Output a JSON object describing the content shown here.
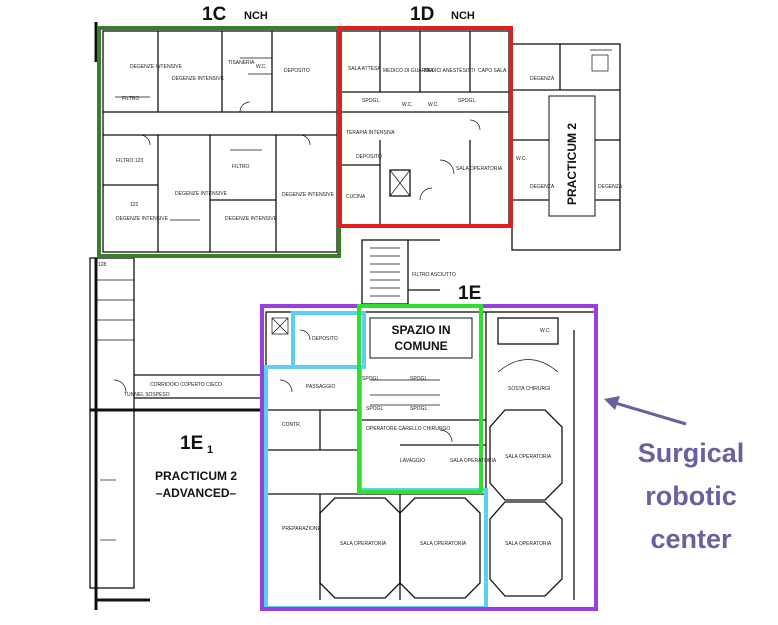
{
  "zones": {
    "z1c": {
      "code": "1C",
      "suffix": "NCH",
      "color": "#3a7d2a"
    },
    "z1d": {
      "code": "1D",
      "suffix": "NCH",
      "color": "#e02020"
    },
    "z1e": {
      "code": "1E",
      "color": "#2ee02e"
    },
    "z1e1": {
      "code": "1E",
      "sub": "1",
      "line1": "PRACTICUM 2",
      "line2": "–ADVANCED–"
    },
    "practicum": {
      "label": "PRACTICUM 2"
    },
    "common": {
      "line1": "SPAZIO IN",
      "line2": "COMUNE"
    },
    "purple": {
      "color": "#9a3ee0"
    },
    "cyan": {
      "color": "#5cd0f0"
    }
  },
  "callout": {
    "line1": "Surgical",
    "line2": "robotic",
    "line3": "center",
    "color": "#6b5fa0"
  },
  "rooms": {
    "r1": "DEGENZE INTENSIVE",
    "r2": "DEGENZE INTENSIVE",
    "r3": "TISANERIA",
    "r4": "W.C.",
    "r5": "DEPOSITO",
    "r6": "FILTRO",
    "r7": "FILTRO 123",
    "r8": "DEGENZE INTENSIVE",
    "r9": "FILTRO",
    "r10": "DEGENZE INTENSIVE",
    "r11": "122",
    "r12": "DEGENZE INTENSIVE",
    "r13": "DEGENZE INTENSIVE",
    "d1": "SALA ATTESA",
    "d2": "MEDICO DI GUARDIA",
    "d3": "MEDICI ANESTESISTI",
    "d4": "CAPO SALA",
    "d5": "SPOGL.",
    "d6": "W.C.",
    "d7": "W.C.",
    "d8": "SPOGL.",
    "d9": "TERAPIA INTENSIVA",
    "d10": "DEPOSITO",
    "d11": "CUCINA",
    "d12": "SALA OPERATORIA",
    "p1": "DEGENZA",
    "p2": "W.C.",
    "p3": "DEGENZA",
    "p4": "DEGENZA",
    "e1": "DEPOSITO",
    "e2": "PASSAGGIO",
    "e3": "CONTR.",
    "e4": "SPOGL.",
    "e5": "SPOGL.",
    "e6": "SPOGL.",
    "e7": "SPOGL.",
    "e8": "OPERATORE CARELLO CHIRURGO",
    "e9": "PREPARAZIONE",
    "e10": "SALA OPERATORIA",
    "e11": "SALA OPERATORIA",
    "e12": "SALA OPERATORIA",
    "e13": "SALA OPERATORIA",
    "e14": "SOSTA CHIRURGI",
    "e15": "LAVAGGIO",
    "e16": "SALA OPERATORIA",
    "e17": "FILTRO ASCIUTTO",
    "e18": "128",
    "e19": "W.C.",
    "t1": "CORRIDOIO COPERTO CIECO",
    "t2": "TUNNEL SOSPESO"
  }
}
